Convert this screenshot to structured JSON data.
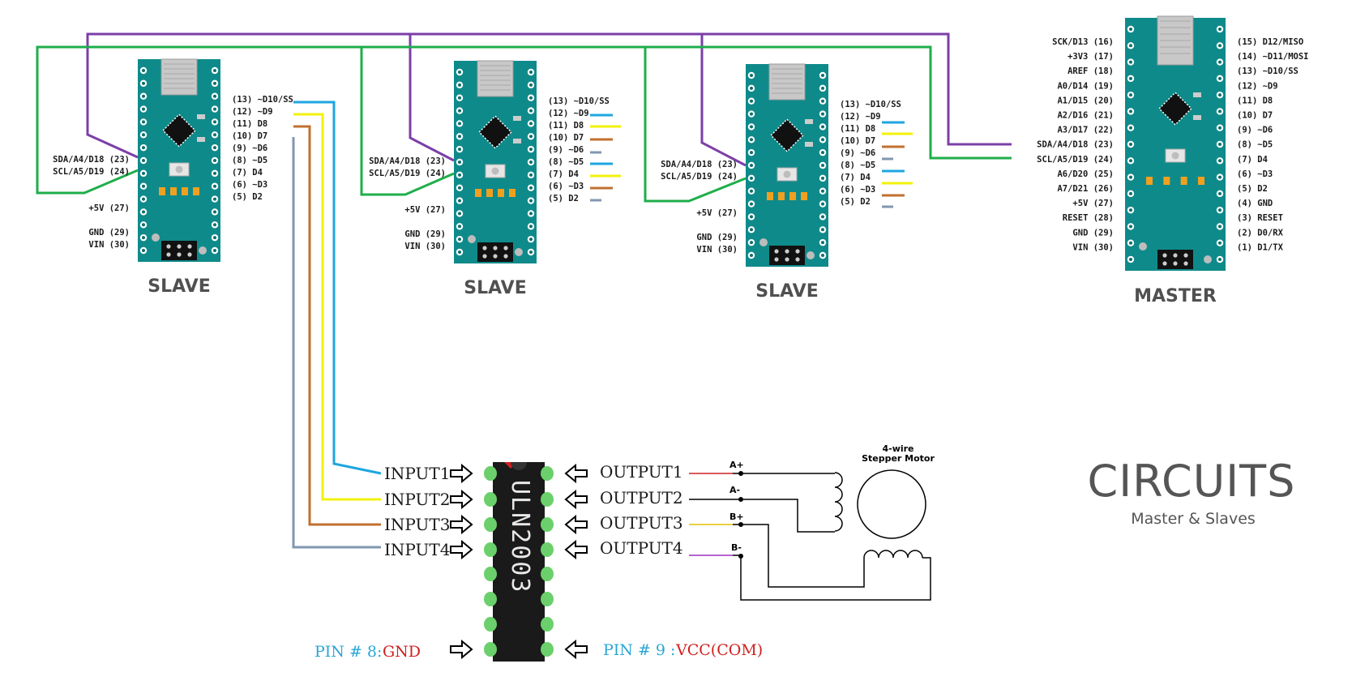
{
  "colors": {
    "board": "#0f8a8a",
    "board_dark": "#0c6f6f",
    "wire_sda": "#7b3fa8",
    "wire_scl": "#1fae4b",
    "wire_d10": "#1ea6e0",
    "wire_d9": "#f2f20c",
    "wire_d8": "#c07030",
    "wire_d7": "#8097b0",
    "chip": "#1a1a1a",
    "chip_pin": "#6bd06b",
    "pin_note_blue": "#2aa6d6",
    "pin_note_red": "#d02020"
  },
  "slaves": [
    {
      "title": "SLAVE",
      "left_labels": [
        "SDA/A4/D18 (23)",
        "SCL/A5/D19 (24)",
        "+5V (27)",
        "GND (29)",
        "VIN (30)"
      ],
      "right_labels": [
        "(13) ~D10/SS",
        "(12) ~D9",
        "(11) D8",
        "(10) D7",
        "(9) ~D6",
        "(8) ~D5",
        "(7) D4",
        "(6) ~D3",
        "(5) D2"
      ]
    },
    {
      "title": "SLAVE",
      "left_labels": [
        "SDA/A4/D18 (23)",
        "SCL/A5/D19 (24)",
        "+5V (27)",
        "GND (29)",
        "VIN (30)"
      ],
      "right_labels": [
        "(13) ~D10/SS",
        "(12) ~D9",
        "(11) D8",
        "(10) D7",
        "(9) ~D6",
        "(8) ~D5",
        "(7) D4",
        "(6) ~D3",
        "(5) D2"
      ]
    },
    {
      "title": "SLAVE",
      "left_labels": [
        "SDA/A4/D18 (23)",
        "SCL/A5/D19 (24)",
        "+5V (27)",
        "GND (29)",
        "VIN (30)"
      ],
      "right_labels": [
        "(13) ~D10/SS",
        "(12) ~D9",
        "(11) D8",
        "(10) D7",
        "(9) ~D6",
        "(8) ~D5",
        "(7) D4",
        "(6) ~D3",
        "(5) D2"
      ]
    }
  ],
  "master": {
    "title": "MASTER",
    "left_labels": [
      "SCK/D13 (16)",
      "+3V3 (17)",
      "AREF (18)",
      "A0/D14 (19)",
      "A1/D15 (20)",
      "A2/D16 (21)",
      "A3/D17 (22)",
      "SDA/A4/D18 (23)",
      "SCL/A5/D19 (24)",
      "A6/D20 (25)",
      "A7/D21 (26)",
      "+5V (27)",
      "RESET (28)",
      "GND (29)",
      "VIN (30)"
    ],
    "right_labels": [
      "(15) D12/MISO",
      "(14) ~D11/MOSI",
      "(13) ~D10/SS",
      "(12) ~D9",
      "(11) D8",
      "(10) D7",
      "(9) ~D6",
      "(8) ~D5",
      "(7) D4",
      "(6) ~D3",
      "(5) D2",
      "(4) GND",
      "(3) RESET",
      "(2) D0/RX",
      "(1) D1/TX"
    ]
  },
  "uln": {
    "chip_name": "ULN2003",
    "inputs": [
      "INPUT1",
      "INPUT2",
      "INPUT3",
      "INPUT4"
    ],
    "outputs": [
      "OUTPUT1",
      "OUTPUT2",
      "OUTPUT3",
      "OUTPUT4"
    ],
    "pin8_prefix": "PIN # 8:",
    "pin8_value": "GND",
    "pin9_prefix": "PIN # 9 :",
    "pin9_value": "VCC(COM)"
  },
  "motor": {
    "title_line1": "4-wire",
    "title_line2": "Stepper Motor",
    "terminals": [
      "A+",
      "A-",
      "B+",
      "B-"
    ]
  },
  "branding": {
    "title": "CIRCUITS",
    "subtitle": "Master & Slaves"
  }
}
